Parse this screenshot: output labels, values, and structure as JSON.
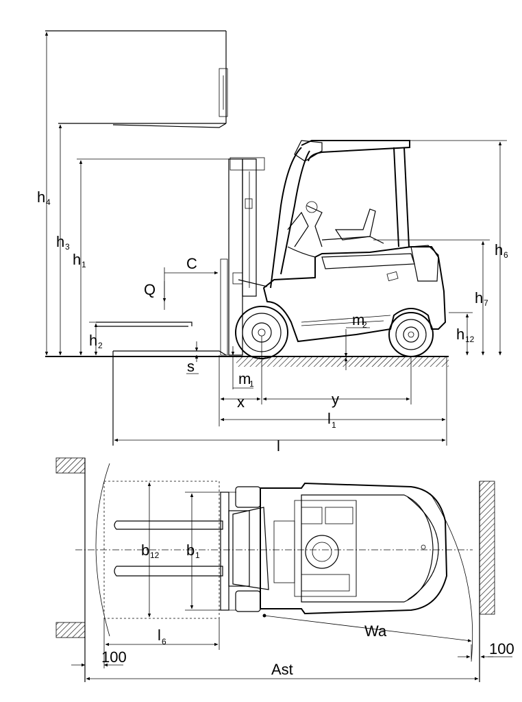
{
  "side_view": {
    "h4": {
      "main": "h",
      "sub": "4"
    },
    "h3": {
      "main": "h",
      "sub": "3"
    },
    "h1": {
      "main": "h",
      "sub": "1"
    },
    "h2": {
      "main": "h",
      "sub": "2"
    },
    "h6": {
      "main": "h",
      "sub": "6"
    },
    "h7": {
      "main": "h",
      "sub": "7"
    },
    "h12": {
      "main": "h",
      "sub": "12"
    },
    "c": "C",
    "q": "Q",
    "s": "s",
    "m1": {
      "main": "m",
      "sub": "1"
    },
    "m2": {
      "main": "m",
      "sub": "2"
    },
    "x": "x",
    "y": "y",
    "l1": {
      "main": "l",
      "sub": "1"
    },
    "l": "l"
  },
  "top_view": {
    "b12": {
      "main": "b",
      "sub": "12"
    },
    "b1": {
      "main": "b",
      "sub": "1"
    },
    "l6": {
      "main": "l",
      "sub": "6"
    },
    "wa": "Wa",
    "clearance_left": "100",
    "clearance_right": "100",
    "ast": "Ast"
  }
}
